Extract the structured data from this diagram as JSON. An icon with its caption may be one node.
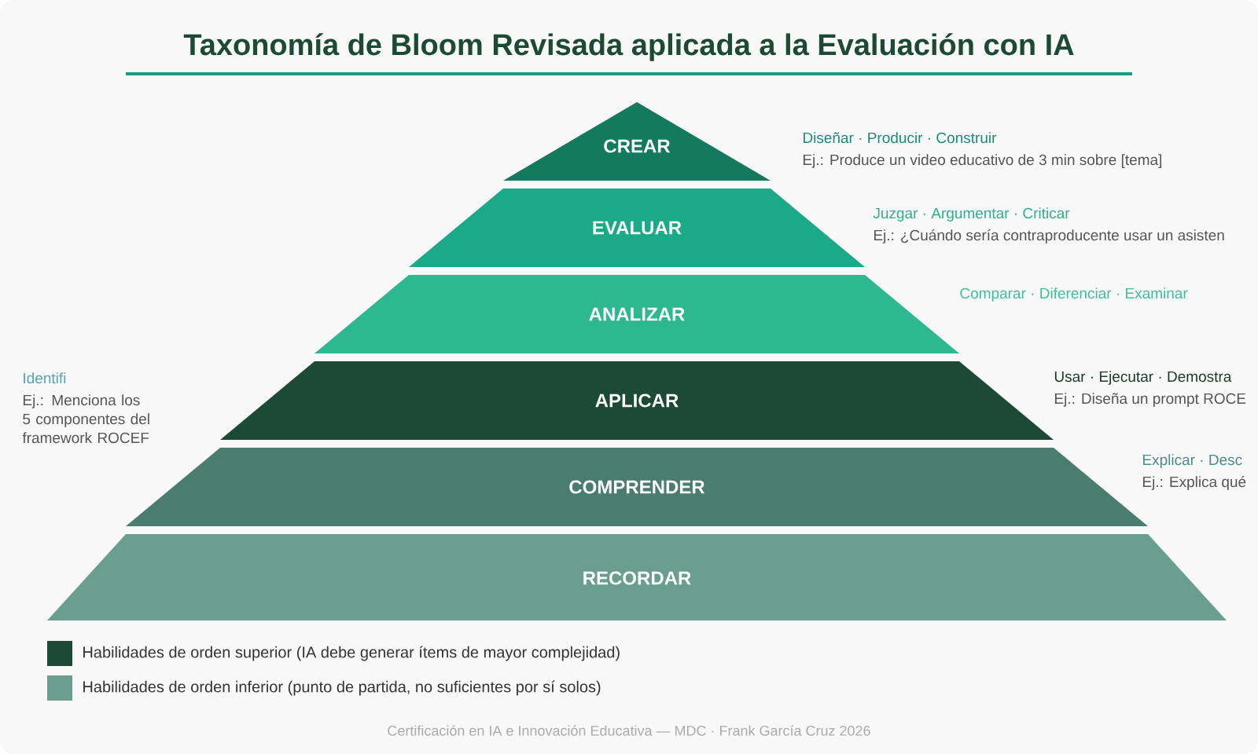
{
  "diagram": {
    "title": "Taxonomía de Bloom Revisada aplicada a la Evaluación con IA",
    "caption": "Certificación en IA e Innovación Educativa — MDC · Frank García Cruz 2026",
    "nodes": [
      {
        "text": [
          "CREAR"
        ],
        "beside": [
          "Diseñar · Producir · Construir",
          "Ej.: Produce un video educativo de 3 min sobre [tema]"
        ]
      },
      {
        "text": [
          "EVALUAR"
        ],
        "beside": [
          "Juzgar · Argumentar · Criticar",
          "Ej.: ¿Cuándo sería contraproducente usar un asisten"
        ]
      },
      {
        "text": [
          "ANALIZAR"
        ],
        "beside": [
          "Comparar · Diferenciar · Examinar"
        ]
      },
      {
        "text": [
          "APLICAR"
        ],
        "beside": [
          "Usar · Ejecutar · Demostra",
          "Ej.: Diseña un prompt ROCE"
        ]
      },
      {
        "text": [
          "COMPRENDER"
        ],
        "beside": [
          "Explicar · Desc",
          "Ej.: Explica qué"
        ]
      },
      {
        "text": [
          "RECORDAR"
        ],
        "beside": [
          "Identifi",
          "Ej.: Menciona los 5 componentes del framework ROCEF"
        ]
      }
    ],
    "legend": [
      {
        "text": "Habilidades de orden superior (IA debe generar ítems de mayor complejidad)",
        "color": "#1d4a35"
      },
      {
        "text": "Habilidades de orden inferior (punto de partida, no suficientes por sí solos)",
        "color": "#6a9e8e"
      }
    ]
  }
}
